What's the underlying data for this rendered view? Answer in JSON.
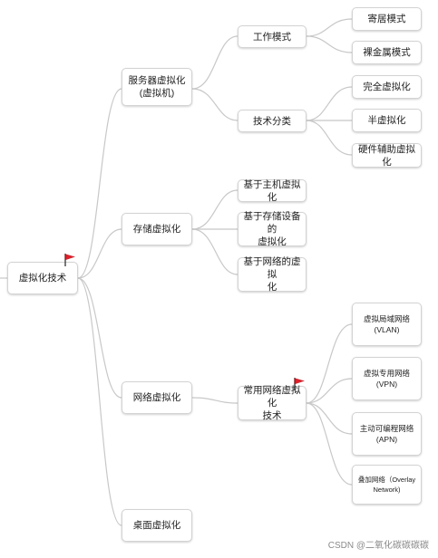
{
  "root": {
    "label": "虚拟化技术"
  },
  "branches": {
    "server": {
      "label": "服务器虚拟化\n(虚拟机)",
      "work_mode": {
        "label": "工作模式",
        "children": [
          "寄居模式",
          "裸金属模式"
        ]
      },
      "tech_class": {
        "label": "技术分类",
        "children": [
          "完全虚拟化",
          "半虚拟化",
          "硬件辅助虚拟化"
        ]
      }
    },
    "storage": {
      "label": "存储虚拟化",
      "children": [
        "基于主机虚拟化",
        "基于存储设备的\n虚拟化",
        "基于网络的虚拟\n化"
      ]
    },
    "network": {
      "label": "网络虚拟化",
      "common": {
        "label": "常用网络虚拟化\n技术",
        "children": [
          "虚拟局域网络\n(VLAN)",
          "虚拟专用网络\n(VPN)",
          "主动可编程网络\n(APN)",
          "叠加网络（Overlay\nNetwork)"
        ]
      }
    },
    "desktop": {
      "label": "桌面虚拟化"
    }
  },
  "watermark": "CSDN @二氧化碳碳碳碳",
  "colors": {
    "line": "#c8c8c8",
    "flag": "#e0202a",
    "node_border": "#d3d3d3"
  }
}
